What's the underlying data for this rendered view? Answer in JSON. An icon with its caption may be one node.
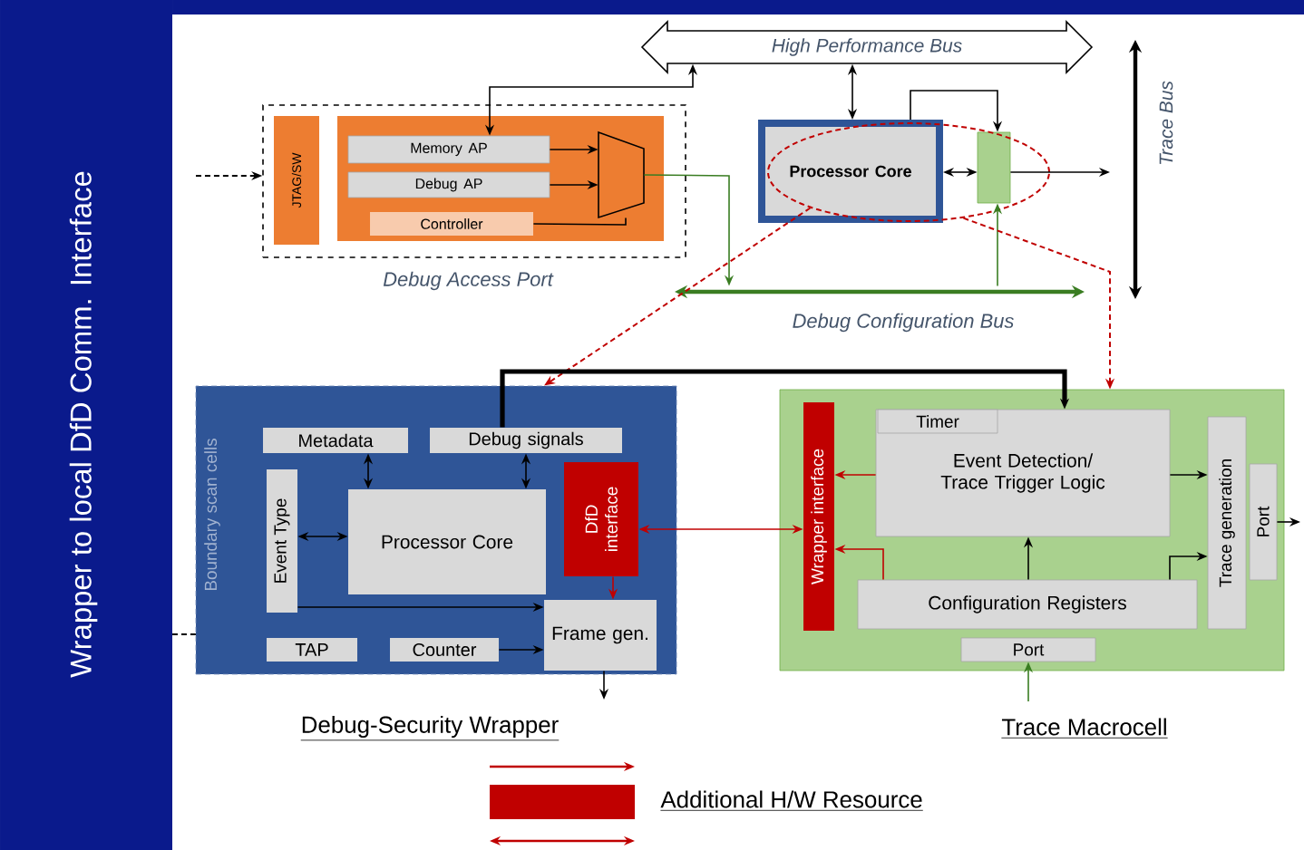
{
  "diagram": {
    "title": "Wrapper to local DfD Comm. Interface",
    "nodes": [
      {
        "text": [
          "High Performance Bus"
        ]
      },
      {
        "text": [],
        "shape": "box",
        "beside": [
          "Debug Access Port"
        ]
      },
      {
        "text": [
          "JTAG/SW"
        ],
        "in": 1
      },
      {
        "text": [],
        "shape": "box",
        "in": 1
      },
      {
        "text": [
          "Memory AP"
        ],
        "in": 3
      },
      {
        "text": [
          "Debug AP"
        ],
        "in": 3
      },
      {
        "text": [
          "Controller"
        ],
        "in": 3
      },
      {
        "text": [],
        "shape": "trapezoid",
        "in": 3
      },
      {
        "text": [
          "Processor Core"
        ],
        "in": 12
      },
      {
        "text": [],
        "shape": "box",
        "in": 12
      },
      {
        "text": [
          "Trace Bus"
        ]
      },
      {
        "text": [
          "Debug Configuration Bus"
        ]
      },
      {
        "text": [],
        "shape": "ellipse"
      },
      {
        "text": [],
        "shape": "box",
        "beside": [
          "Debug-Security Wrapper"
        ]
      },
      {
        "text": [
          "Metadata"
        ],
        "in": 13
      },
      {
        "text": [
          "Debug signals"
        ],
        "in": 13
      },
      {
        "text": [
          "Event Type"
        ],
        "in": 13
      },
      {
        "text": [
          "Processor Core"
        ],
        "in": 13
      },
      {
        "text": [
          "DfD interface"
        ],
        "in": 13
      },
      {
        "text": [
          "Frame gen."
        ],
        "in": 13
      },
      {
        "text": [
          "TAP"
        ],
        "in": 13
      },
      {
        "text": [
          "Counter"
        ],
        "in": 13
      },
      {
        "text": [],
        "shape": "box",
        "beside": [
          "Trace Macrocell"
        ]
      },
      {
        "text": [
          "Wrapper interface"
        ],
        "in": 22
      },
      {
        "text": [
          "Event Detection/ Trace Trigger Logic"
        ],
        "in": 22
      },
      {
        "text": [
          "Timer"
        ],
        "in": 24
      },
      {
        "text": [
          "Configuration Registers"
        ],
        "in": 22
      },
      {
        "text": [
          "Port"
        ],
        "in": 22
      },
      {
        "text": [
          "Trace generation"
        ],
        "in": 22
      },
      {
        "text": [
          "Port"
        ],
        "in": 22
      }
    ],
    "edges": [
      {
        "from": null,
        "to": 1,
        "arrow": "to",
        "style": "dashed"
      },
      {
        "from": 0,
        "to": 4,
        "arrow": "both"
      },
      {
        "from": 4,
        "to": 7,
        "arrow": "to"
      },
      {
        "from": 5,
        "to": 7,
        "arrow": "to"
      },
      {
        "from": 6,
        "to": 7,
        "arrow": "none"
      },
      {
        "from": 7,
        "to": 11,
        "arrow": "to",
        "color": "#3a7d22"
      },
      {
        "from": 0,
        "to": 8,
        "arrow": "both"
      },
      {
        "from": 8,
        "to": 9,
        "arrow": "both"
      },
      {
        "from": 8,
        "to": 9,
        "arrow": "to"
      },
      {
        "from": 9,
        "to": null,
        "arrow": "to"
      },
      {
        "from": 11,
        "to": 9,
        "arrow": "to",
        "color": "#3a7d22"
      },
      {
        "from": 12,
        "to": 13,
        "arrow": "to",
        "style": "dashed",
        "color": "#c00000"
      },
      {
        "from": 12,
        "to": 22,
        "arrow": "to",
        "style": "dashed",
        "color": "#c00000"
      },
      {
        "from": 15,
        "to": 24,
        "arrow": "to",
        "style": "thick"
      },
      {
        "from": 14,
        "to": 17,
        "arrow": "both"
      },
      {
        "from": 15,
        "to": 17,
        "arrow": "both"
      },
      {
        "from": 16,
        "to": 17,
        "arrow": "both"
      },
      {
        "from": 16,
        "to": 19,
        "arrow": "to"
      },
      {
        "from": 18,
        "to": 19,
        "arrow": "to",
        "color": "#c00000"
      },
      {
        "from": 21,
        "to": 19,
        "arrow": "to"
      },
      {
        "from": 19,
        "to": null,
        "arrow": "to"
      },
      {
        "from": 18,
        "to": 23,
        "arrow": "both",
        "color": "#c00000"
      },
      {
        "from": 24,
        "to": 23,
        "arrow": "to",
        "color": "#c00000"
      },
      {
        "from": 26,
        "to": 23,
        "arrow": "to",
        "color": "#c00000"
      },
      {
        "from": 26,
        "to": 24,
        "arrow": "to"
      },
      {
        "from": 24,
        "to": 28,
        "arrow": "to"
      },
      {
        "from": 26,
        "to": 28,
        "arrow": "to"
      },
      {
        "from": 29,
        "to": null,
        "arrow": "to"
      },
      {
        "from": null,
        "to": 27,
        "arrow": "to",
        "color": "#3a7d22"
      }
    ],
    "labels": [
      "Boundary scan cells"
    ],
    "legend": [
      {
        "text": "Additional H/W Resource",
        "color": "#c00000"
      }
    ]
  }
}
